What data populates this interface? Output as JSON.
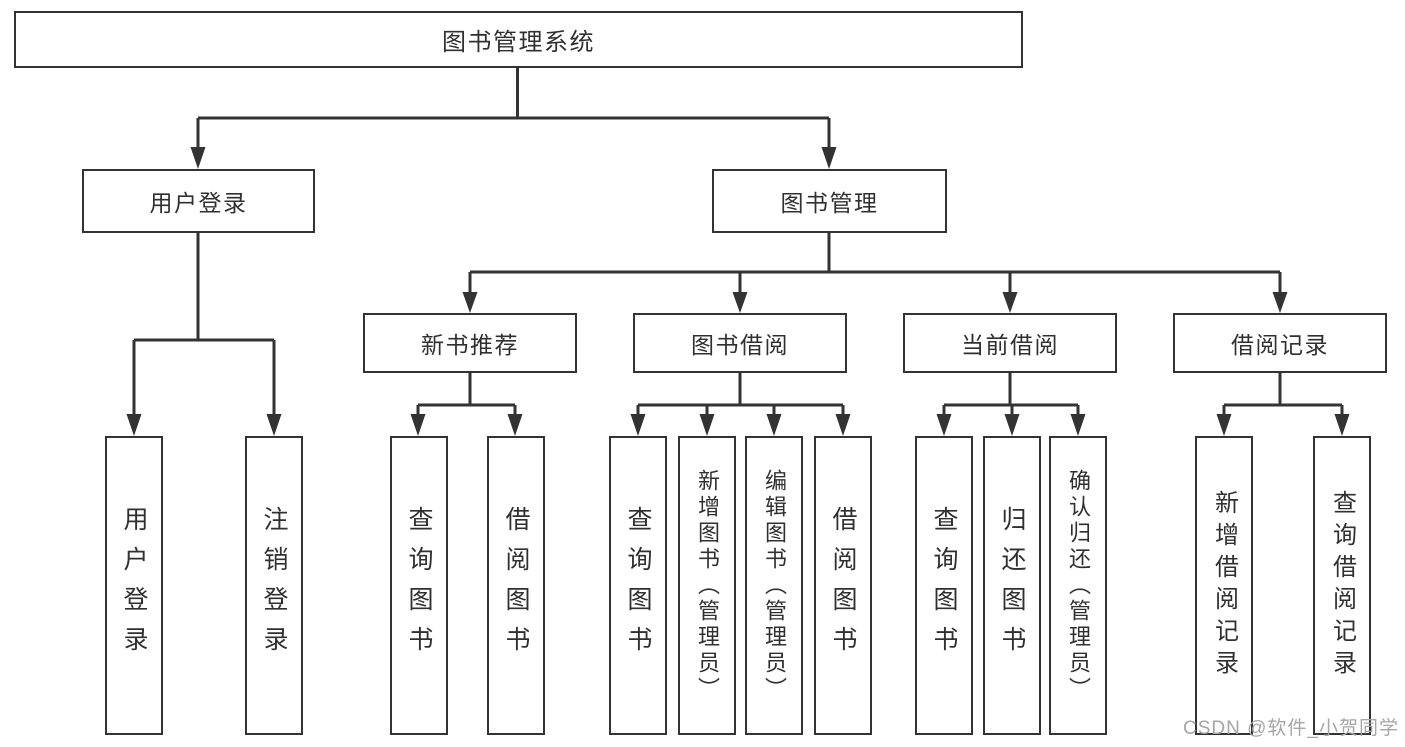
{
  "diagram": {
    "root": {
      "label": "图书管理系统",
      "children": [
        {
          "label": "用户登录",
          "children": [
            {
              "label": "用户登录"
            },
            {
              "label": "注销登录"
            }
          ]
        },
        {
          "label": "图书管理",
          "children": [
            {
              "label": "新书推荐",
              "children": [
                {
                  "label": "查询图书"
                },
                {
                  "label": "借阅图书"
                }
              ]
            },
            {
              "label": "图书借阅",
              "children": [
                {
                  "label": "查询图书"
                },
                {
                  "label": "新增图书（管理员）"
                },
                {
                  "label": "编辑图书（管理员）"
                },
                {
                  "label": "借阅图书"
                }
              ]
            },
            {
              "label": "当前借阅",
              "children": [
                {
                  "label": "查询图书"
                },
                {
                  "label": "归还图书"
                },
                {
                  "label": "确认归还（管理员）"
                }
              ]
            },
            {
              "label": "借阅记录",
              "children": [
                {
                  "label": "新增借阅记录"
                },
                {
                  "label": "查询借阅记录"
                }
              ]
            }
          ]
        }
      ]
    },
    "watermark": "CSDN @软件_小贺同学",
    "colors": {
      "line": "#333333",
      "text": "#303030",
      "background": "#ffffff",
      "watermark": "#a6a6a6"
    }
  }
}
